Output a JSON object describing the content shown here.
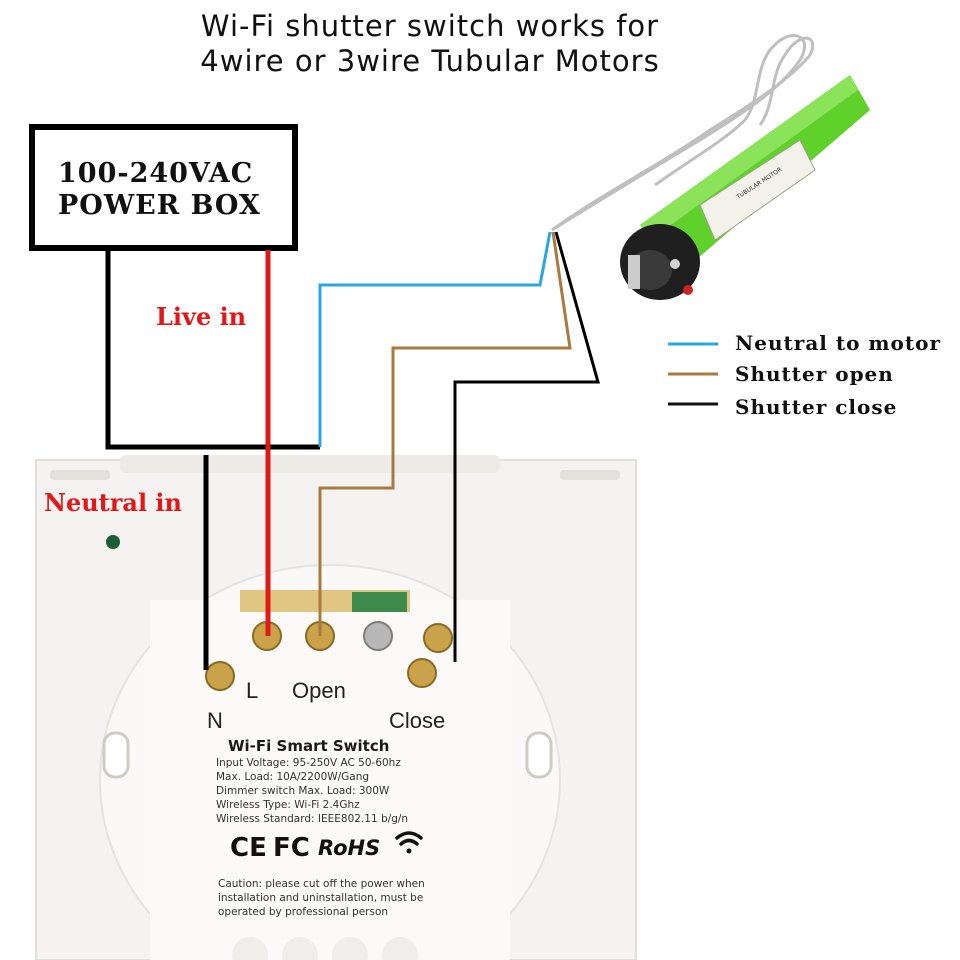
{
  "title": {
    "line1": "Wi-Fi shutter switch works for",
    "line2": "4wire or 3wire Tubular Motors"
  },
  "power_box": {
    "line1": "100-240VAC",
    "line2": "POWER BOX"
  },
  "wire_labels": {
    "live_in": "Live in",
    "neutral_in": "Neutral in"
  },
  "legend": [
    {
      "label": "Neutral to motor",
      "color": "#29a8e0"
    },
    {
      "label": "Shutter open",
      "color": "#a87a3d"
    },
    {
      "label": "Shutter close",
      "color": "#111111"
    }
  ],
  "terminals": {
    "n": "N",
    "l": "L",
    "open": "Open",
    "close": "Close"
  },
  "switch_label": {
    "title": "Wi-Fi Smart Switch",
    "specs": [
      "Input Voltage: 95-250V AC 50-60hz",
      "Max. Load: 10A/2200W/Gang",
      "Dimmer switch Max. Load: 300W",
      "Wireless Type: Wi-Fi 2.4Ghz",
      "Wireless Standard: IEEE802.11 b/g/n"
    ],
    "cert_ce": "CE",
    "cert_fc": "FC",
    "cert_rohs": "RoHS",
    "caution": [
      "Caution: please cut off the power when",
      "installation and uninstallation, must be",
      "operated by professional person"
    ]
  },
  "motor": {
    "label": "TUBULAR MOTOR",
    "color": "#5fd12a"
  }
}
